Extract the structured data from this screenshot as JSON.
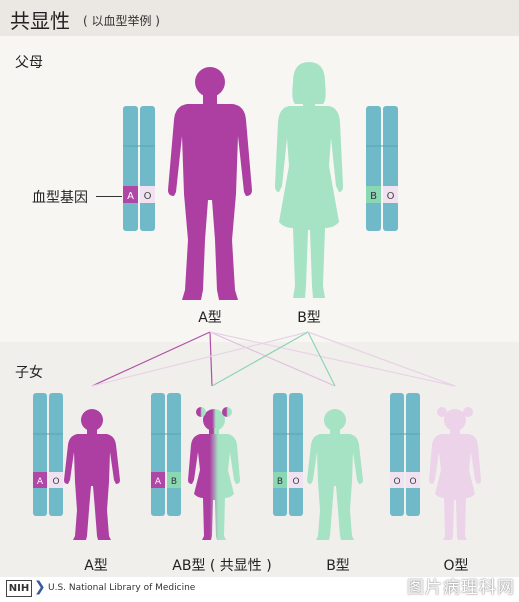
{
  "title": {
    "main": "共显性",
    "sub": "( 以血型举例 )"
  },
  "sections": {
    "parents": "父母",
    "children": "子女"
  },
  "gene_label": "血型基因",
  "parents": [
    {
      "label": "A型",
      "alleles": [
        "A",
        "O"
      ]
    },
    {
      "label": "B型",
      "alleles": [
        "B",
        "O"
      ]
    }
  ],
  "children": [
    {
      "label": "A型",
      "alleles": [
        "A",
        "O"
      ]
    },
    {
      "label": "AB型 ( 共显性 )",
      "alleles": [
        "A",
        "B"
      ]
    },
    {
      "label": "B型",
      "alleles": [
        "B",
        "O"
      ]
    },
    {
      "label": "O型",
      "alleles": [
        "O",
        "O"
      ]
    }
  ],
  "footer": {
    "org": "NIH",
    "text": "U.S. National Library of Medicine"
  },
  "watermark": "图片病理科网",
  "colors": {
    "allele_A": "#b046a6",
    "allele_B": "#8ad7b4",
    "allele_O": "#f0e2f0",
    "chromosome": "#6fb9c9",
    "type_A": "#ad3fa2",
    "type_B": "#a6e2c4",
    "type_O": "#ecd3ea"
  }
}
